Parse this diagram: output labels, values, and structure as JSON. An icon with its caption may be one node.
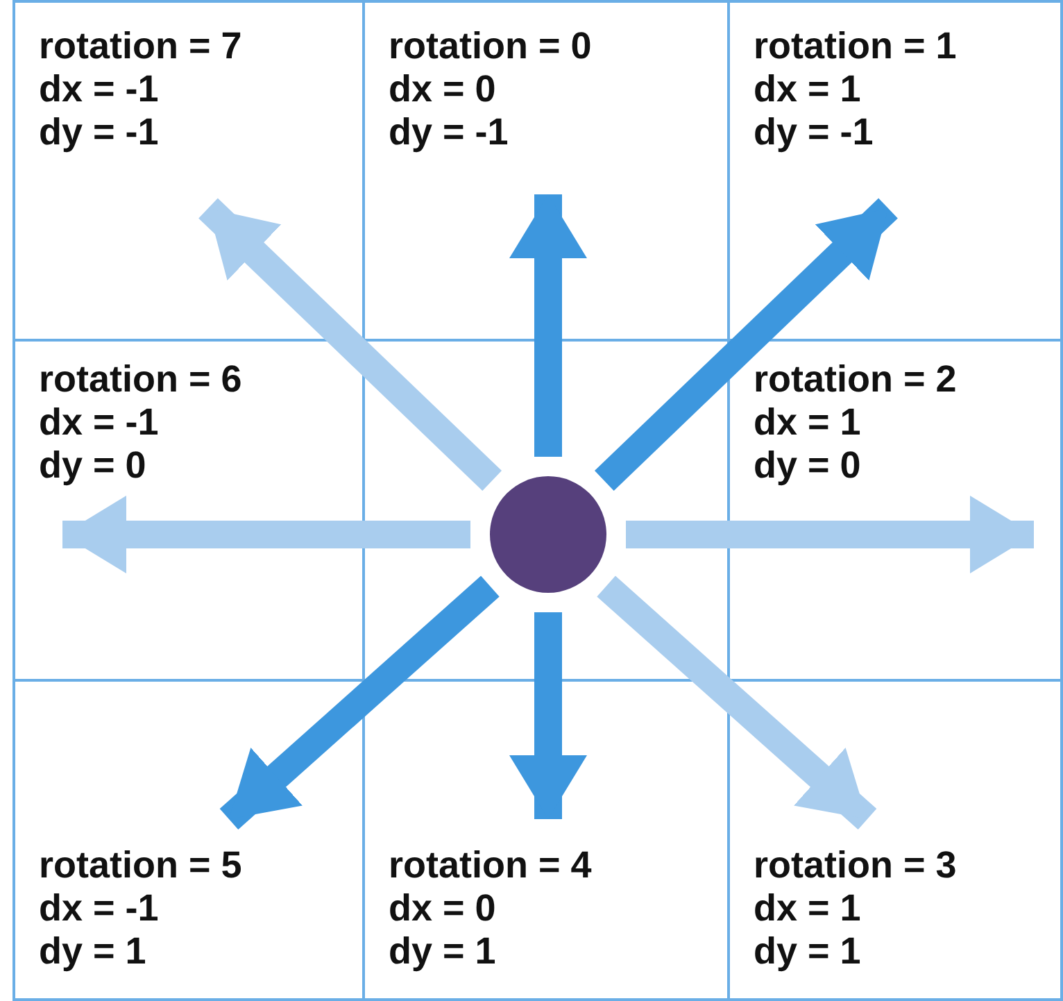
{
  "diagram": {
    "nodes": [
      {
        "text": [
          "rotation = 7",
          "dx = -1",
          "dy = -1"
        ]
      },
      {
        "text": [
          "rotation = 0",
          "dx = 0",
          "dy = -1"
        ]
      },
      {
        "text": [
          "rotation = 1",
          "dx = 1",
          "dy = -1"
        ]
      },
      {
        "text": [
          "rotation = 6",
          "dx = -1",
          "dy = 0"
        ]
      },
      {
        "text": [],
        "shape": "circle"
      },
      {
        "text": [
          "rotation = 2",
          "dx = 1",
          "dy = 0"
        ]
      },
      {
        "text": [
          "rotation = 5",
          "dx = -1",
          "dy = 1"
        ]
      },
      {
        "text": [
          "rotation = 4",
          "dx = 0",
          "dy = 1"
        ]
      },
      {
        "text": [
          "rotation = 3",
          "dx = 1",
          "dy = 1"
        ]
      }
    ],
    "edges": [
      {
        "from": 4,
        "to": 1,
        "arrow": "to",
        "color": "#3d97de"
      },
      {
        "from": 4,
        "to": 2,
        "arrow": "to",
        "color": "#3d97de"
      },
      {
        "from": 4,
        "to": 5,
        "arrow": "to",
        "color": "#a9cdee"
      },
      {
        "from": 4,
        "to": 8,
        "arrow": "to",
        "color": "#a9cdee"
      },
      {
        "from": 4,
        "to": 7,
        "arrow": "to",
        "color": "#3d97de"
      },
      {
        "from": 4,
        "to": 6,
        "arrow": "to",
        "color": "#3d97de"
      },
      {
        "from": 4,
        "to": 3,
        "arrow": "to",
        "color": "#a9cdee"
      },
      {
        "from": 4,
        "to": 0,
        "arrow": "to",
        "color": "#a9cdee"
      }
    ]
  }
}
